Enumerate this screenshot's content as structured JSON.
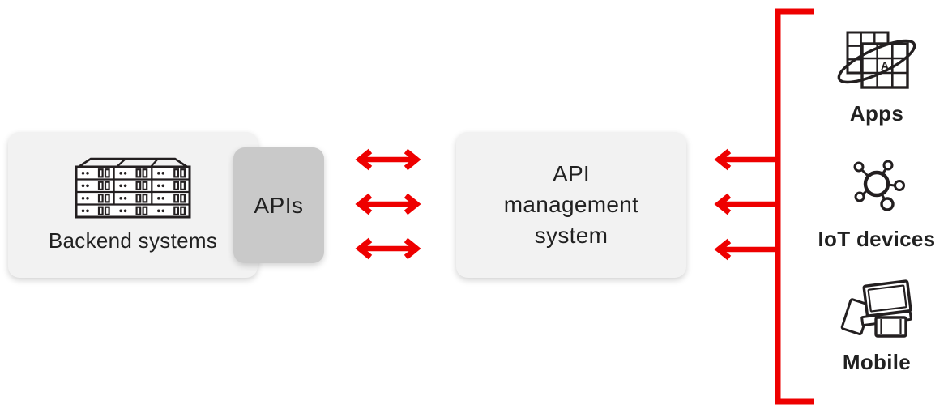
{
  "colors": {
    "accent_red": "#ee0000",
    "box_light": "#f2f2f2",
    "box_gray": "#c9c9c9",
    "text_dark": "#212121",
    "icon_stroke": "#231f20"
  },
  "diagram": {
    "backend_box": {
      "label": "Backend systems",
      "icon": "server-rack-icon"
    },
    "apis_box": {
      "label": "APIs"
    },
    "api_management_box": {
      "label": "API management system",
      "label_lines": [
        "API",
        "management",
        "system"
      ]
    },
    "connections": {
      "backend_to_management": {
        "type": "bidirectional-arrow",
        "count": 3,
        "color": "#ee0000"
      },
      "clients_to_management": {
        "type": "left-arrow",
        "count": 3,
        "color": "#ee0000"
      },
      "client_bracket": {
        "type": "square-bracket",
        "color": "#ee0000"
      }
    },
    "clients": [
      {
        "label": "Apps",
        "icon": "apps-grid-orbit-icon"
      },
      {
        "label": "IoT devices",
        "icon": "iot-hub-icon"
      },
      {
        "label": "Mobile",
        "icon": "mobile-devices-icon"
      }
    ]
  }
}
